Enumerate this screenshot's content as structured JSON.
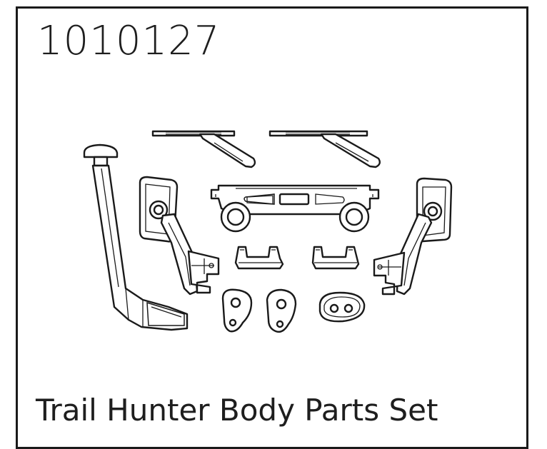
{
  "document": {
    "part_number": "1010127",
    "title": "Trail Hunter Body Parts Set"
  },
  "parts": [
    {
      "name": "snorkel"
    },
    {
      "name": "wiper-left"
    },
    {
      "name": "wiper-right"
    },
    {
      "name": "mirror-left"
    },
    {
      "name": "mirror-right"
    },
    {
      "name": "light-bar-bracket"
    },
    {
      "name": "clip-left"
    },
    {
      "name": "clip-right"
    },
    {
      "name": "hook-plate-left"
    },
    {
      "name": "hook-plate-right"
    },
    {
      "name": "grommet-plate"
    }
  ]
}
